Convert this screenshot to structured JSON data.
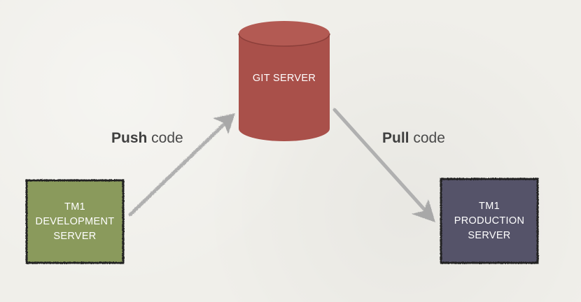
{
  "nodes": {
    "git_server": {
      "label": "GIT SERVER",
      "color": "#a9504a"
    },
    "dev_server": {
      "line1": "TM1",
      "line2": "DEVELOPMENT",
      "line3": "SERVER",
      "color": "#8a9a5b"
    },
    "prod_server": {
      "line1": "TM1",
      "line2": "PRODUCTION",
      "line3": "SERVER",
      "color": "#555269"
    }
  },
  "edges": {
    "push": {
      "verb": "Push",
      "rest": " code"
    },
    "pull": {
      "verb": "Pull",
      "rest": " code"
    }
  },
  "colors": {
    "background": "#f0efea",
    "arrow": "#b0b0b0",
    "text": "#4a4a4a"
  }
}
